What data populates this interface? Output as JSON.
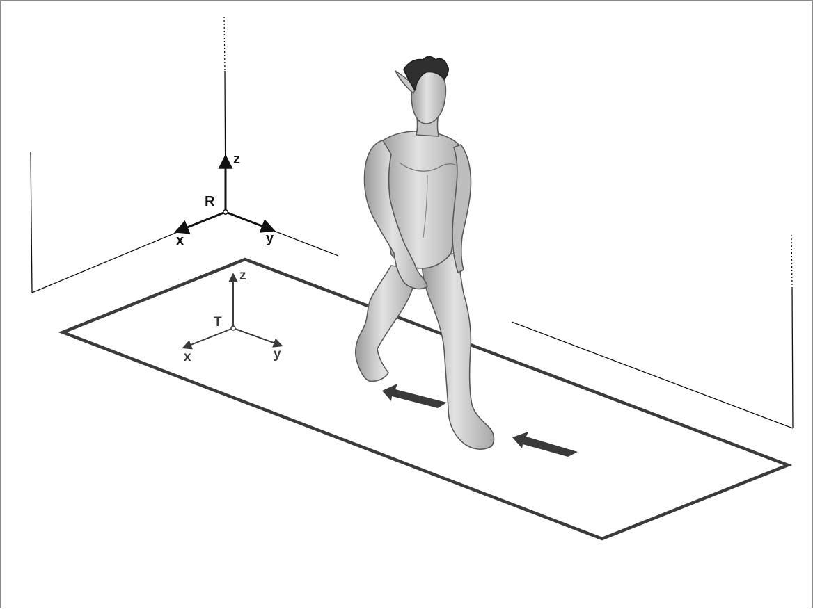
{
  "colors": {
    "background": "#ffffff",
    "frame_border": "#8a8a8a",
    "room_lines": "#111111",
    "treadmill_outline": "#3b3b3b",
    "belt_arrows": "#3a3a3a",
    "figure_skin": "#cfcfcf",
    "figure_shadow": "#8c8c8c",
    "hair": "#2f2f2f"
  },
  "room_frame": {
    "label": "R",
    "axes": {
      "z": "z",
      "x": "x",
      "y": "y"
    }
  },
  "treadmill_frame": {
    "label": "T",
    "axes": {
      "z": "z",
      "x": "x",
      "y": "y"
    }
  },
  "belt_arrows": {
    "count": 2,
    "direction": "toward-back-left"
  },
  "walker": {
    "icon": "walking-elf-figure-icon"
  }
}
